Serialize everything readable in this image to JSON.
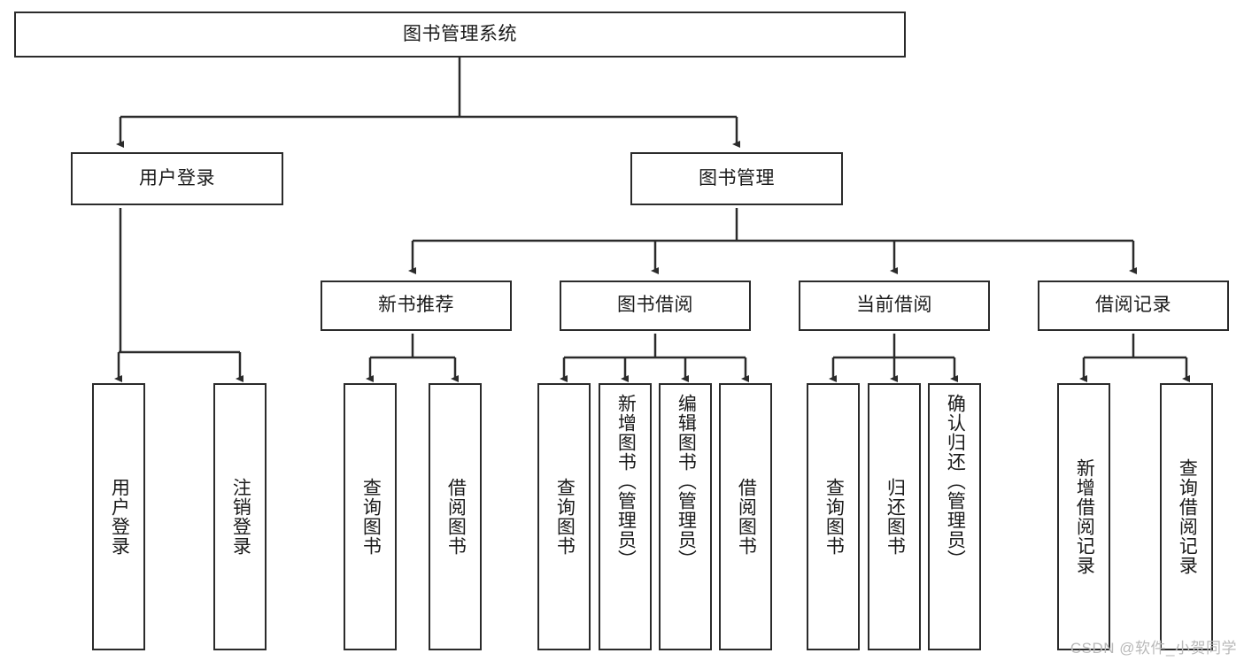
{
  "diagram": {
    "type": "hierarchy-tree",
    "title": "图书管理系统",
    "root": {
      "id": "root",
      "label": "图书管理系统"
    },
    "level2": [
      {
        "id": "user-login",
        "label": "用户登录"
      },
      {
        "id": "book-management",
        "label": "图书管理"
      }
    ],
    "level3": [
      {
        "id": "new-book-recommend",
        "label": "新书推荐",
        "parent": "book-management"
      },
      {
        "id": "book-borrow",
        "label": "图书借阅",
        "parent": "book-management"
      },
      {
        "id": "current-borrow",
        "label": "当前借阅",
        "parent": "book-management"
      },
      {
        "id": "borrow-record",
        "label": "借阅记录",
        "parent": "book-management"
      }
    ],
    "leaves": [
      {
        "id": "leaf-user-login",
        "label": "用户登录",
        "parent": "user-login"
      },
      {
        "id": "leaf-logout-login",
        "label": "注销登录",
        "parent": "user-login"
      },
      {
        "id": "leaf-query-book-1",
        "label": "查询图书",
        "parent": "new-book-recommend"
      },
      {
        "id": "leaf-borrow-book-1",
        "label": "借阅图书",
        "parent": "new-book-recommend"
      },
      {
        "id": "leaf-query-book-2",
        "label": "查询图书",
        "parent": "book-borrow"
      },
      {
        "id": "leaf-add-book",
        "label": "新增图书（管理员）",
        "parent": "book-borrow"
      },
      {
        "id": "leaf-edit-book",
        "label": "编辑图书（管理员）",
        "parent": "book-borrow"
      },
      {
        "id": "leaf-borrow-book-2",
        "label": "借阅图书",
        "parent": "book-borrow"
      },
      {
        "id": "leaf-query-book-3",
        "label": "查询图书",
        "parent": "current-borrow"
      },
      {
        "id": "leaf-return-book",
        "label": "归还图书",
        "parent": "current-borrow"
      },
      {
        "id": "leaf-confirm-return",
        "label": "确认归还（管理员）",
        "parent": "current-borrow"
      },
      {
        "id": "leaf-add-record",
        "label": "新增借阅记录",
        "parent": "borrow-record"
      },
      {
        "id": "leaf-query-record",
        "label": "查询借阅记录",
        "parent": "borrow-record"
      }
    ],
    "colors": {
      "stroke": "#2b2b2b",
      "fill": "#ffffff",
      "text": "#1a1a1a",
      "watermark": "#b9b9b9"
    }
  },
  "watermark": {
    "text": "CSDN @软件_小贺同学"
  }
}
